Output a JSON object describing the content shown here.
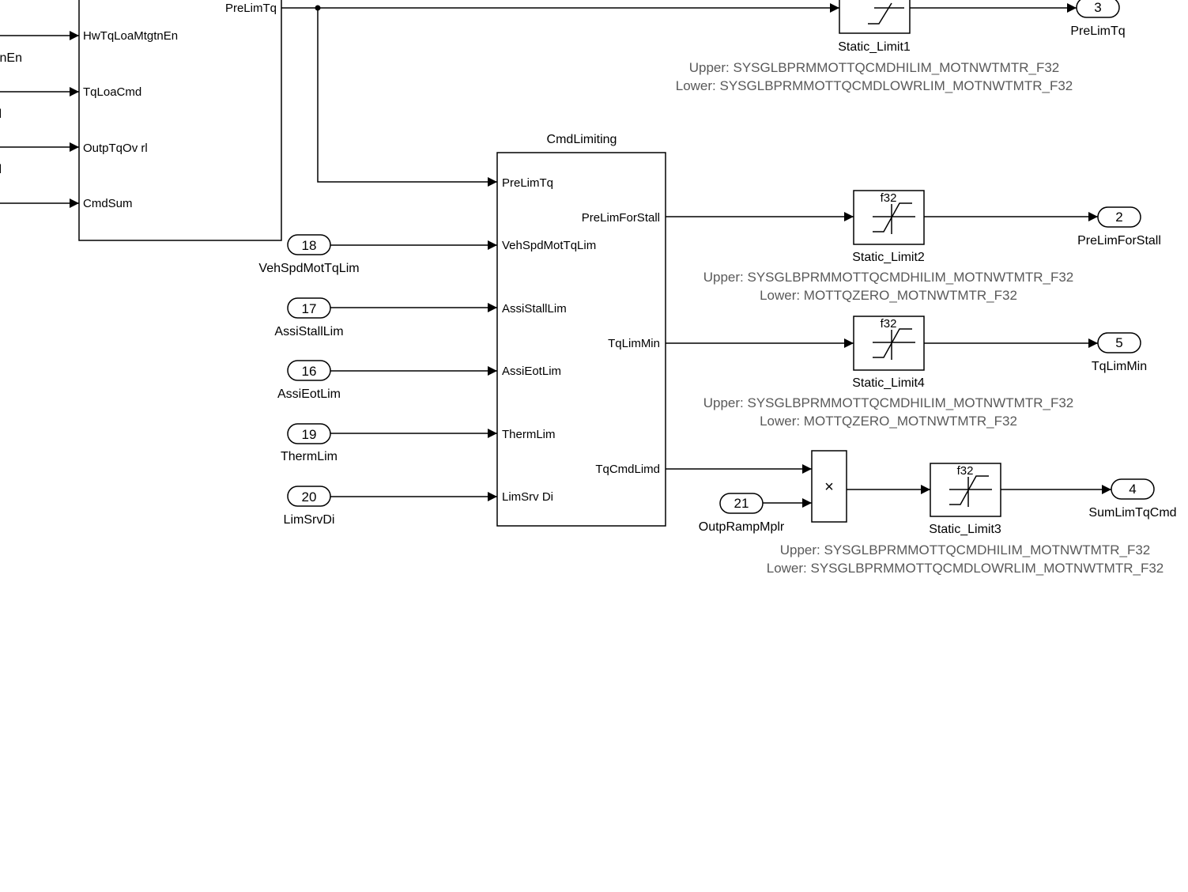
{
  "blocks": {
    "left_block": {
      "output": "PreLimTq",
      "inputs": [
        "HwTqLoaMtgtnEn",
        "TqLoaCmd",
        "OutpTqOv rl",
        "CmdSum"
      ],
      "cut_labels": [
        "nEn",
        "l",
        "l"
      ]
    },
    "cmd_limiting": {
      "title": "CmdLimiting",
      "inputs": [
        "PreLimTq",
        "VehSpdMotTqLim",
        "AssiStallLim",
        "AssiEotLim",
        "ThermLim",
        "LimSrv Di"
      ],
      "outputs": [
        "PreLimForStall",
        "TqLimMin",
        "TqCmdLimd"
      ]
    },
    "saturations": [
      {
        "name": "Static_Limit1",
        "type_label": "",
        "upper": "Upper: SYSGLBPRMMOTTQCMDHILIM_MOTNWTMTR_F32",
        "lower": "Lower: SYSGLBPRMMOTTQCMDLOWRLIM_MOTNWTMTR_F32"
      },
      {
        "name": "Static_Limit2",
        "type_label": "f32",
        "upper": "Upper: SYSGLBPRMMOTTQCMDHILIM_MOTNWTMTR_F32",
        "lower": "Lower: MOTTQZERO_MOTNWTMTR_F32"
      },
      {
        "name": "Static_Limit4",
        "type_label": "f32",
        "upper": "Upper: SYSGLBPRMMOTTQCMDHILIM_MOTNWTMTR_F32",
        "lower": "Lower: MOTTQZERO_MOTNWTMTR_F32"
      },
      {
        "name": "Static_Limit3",
        "type_label": "f32",
        "upper": "Upper: SYSGLBPRMMOTTQCMDHILIM_MOTNWTMTR_F32",
        "lower": "Lower: SYSGLBPRMMOTTQCMDLOWRLIM_MOTNWTMTR_F32"
      }
    ],
    "product": {
      "symbol": "×"
    }
  },
  "inports": [
    {
      "number": "18",
      "name": "VehSpdMotTqLim"
    },
    {
      "number": "17",
      "name": "AssiStallLim"
    },
    {
      "number": "16",
      "name": "AssiEotLim"
    },
    {
      "number": "19",
      "name": "ThermLim"
    },
    {
      "number": "20",
      "name": "LimSrvDi"
    },
    {
      "number": "21",
      "name": "OutpRampMplr"
    }
  ],
  "outports": [
    {
      "number": "3",
      "name": "PreLimTq"
    },
    {
      "number": "2",
      "name": "PreLimForStall"
    },
    {
      "number": "5",
      "name": "TqLimMin"
    },
    {
      "number": "4",
      "name": "SumLimTqCmd"
    }
  ]
}
